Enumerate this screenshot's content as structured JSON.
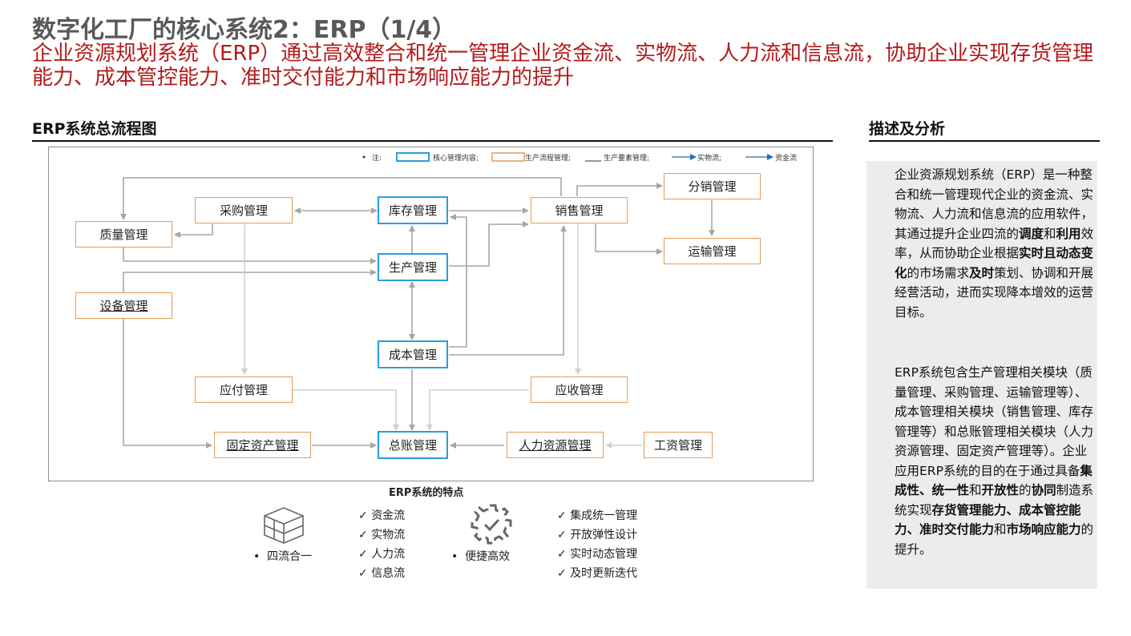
{
  "header": {
    "title": "数字化工厂的核心系统2：ERP（1/4）",
    "subtitle": "企业资源规划系统（ERP）通过高效整合和统一管理企业资金流、实物流、人力流和信息流，协助企业实现存货管理能力、成本管控能力、准时交付能力和市场响应能力的提升"
  },
  "left_section": {
    "title": "ERP系统总流程图"
  },
  "right_section": {
    "title": "描述及分析"
  },
  "legend": {
    "note": "注:",
    "core": "核心管理内容;",
    "process": "生产流程管理;",
    "factor": "生产要素管理;",
    "material": "实物流;",
    "fund": "资金流"
  },
  "nodes": {
    "quality": "质量管理",
    "purchase": "采购管理",
    "inventory": "库存管理",
    "sales": "销售管理",
    "distribution": "分销管理",
    "transport": "运输管理",
    "production": "生产管理",
    "equipment": "设备管理",
    "cost": "成本管理",
    "payable": "应付管理",
    "receivable": "应收管理",
    "fixed_assets": "固定资产管理",
    "ledger": "总账管理",
    "hr": "人力资源管理",
    "payroll": "工资管理"
  },
  "features": {
    "title": "ERP系统的特点",
    "group1_label": "四流合一",
    "group1_items": [
      "资金流",
      "实物流",
      "人力流",
      "信息流"
    ],
    "group2_label": "便捷高效",
    "group2_items": [
      "集成统一管理",
      "开放弹性设计",
      "实时动态管理",
      "及时更新迭代"
    ]
  },
  "description": {
    "p1_a": "企业资源规划系统（ERP）是一种整合和统一管理现代企业的资金流、实物流、人力流和信息流的应用软件，其通过提升企业四流的",
    "p1_b1": "调度",
    "p1_c": "和",
    "p1_b2": "利用",
    "p1_d": "效率，从而协助企业根据",
    "p1_b3": "实时且动态变化",
    "p1_e": "的市场需求",
    "p1_b4": "及时",
    "p1_f": "策划、协调和开展经营活动，进而实现降本增效的运营目标。",
    "p2_a": "ERP系统包含生产管理相关模块（质量管理、采购管理、运输管理等）、成本管理相关模块（销售管理、库存管理等）和总账管理相关模块（人力资源管理、固定资产管理等）。企业应用ERP系统的目的在于通过具备",
    "p2_b1": "集成性、统一性",
    "p2_c": "和",
    "p2_b2": "开放性",
    "p2_d": "的",
    "p2_b3": "协同",
    "p2_e": "制造系统实现",
    "p2_b4": "存货管理能力、成本管控能力、准时交付能力",
    "p2_f": "和",
    "p2_b5": "市场响应能力",
    "p2_g": "的提升。"
  },
  "colors": {
    "title_gray": "#595959",
    "subtitle_red": "#b31b1b",
    "core_blue": "#2a9fd8",
    "process_orange": "#e59b5a",
    "arrow_gray": "#a6a6a6",
    "panel_bg": "#ececec"
  }
}
